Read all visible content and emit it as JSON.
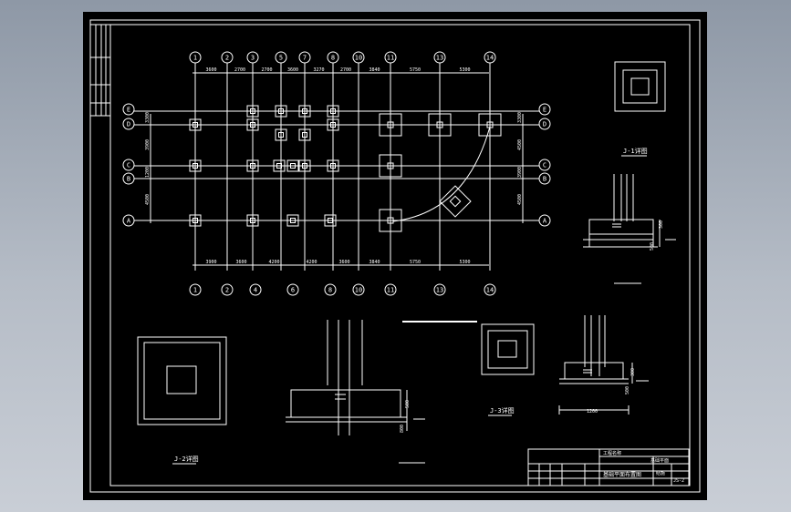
{
  "grid": {
    "top_labels": [
      "1",
      "2",
      "3",
      "5",
      "7",
      "8",
      "10",
      "11",
      "13",
      "14"
    ],
    "bottom_labels": [
      "1",
      "2",
      "4",
      "6",
      "8",
      "10",
      "11",
      "13",
      "14"
    ],
    "row_labels": [
      "E",
      "D",
      "C",
      "B",
      "A"
    ],
    "top_dims": [
      "3600",
      "2700",
      "2700",
      "3600",
      "3270",
      "2700",
      "3840",
      "5750",
      "5300"
    ],
    "bottom_dims": [
      "3900",
      "3600",
      "4200",
      "4200",
      "3600",
      "3840",
      "5750",
      "5300"
    ],
    "left_dims": [
      "3300",
      "3900",
      "1200",
      "4500"
    ],
    "right_dims": [
      "3300",
      "4500",
      "3900",
      "4500"
    ]
  },
  "details": {
    "label_j1": "J-1详图",
    "label_j2": "J-2详图",
    "label_j3": "J-3详图",
    "dim_j1": [
      "300",
      "500"
    ],
    "dim_j2": [
      "500",
      "800"
    ],
    "dim_j3": [
      "1200",
      "300",
      "500"
    ]
  },
  "title_block": {
    "col_a": "工程名称",
    "col_b": "基础平面",
    "drawing_name": "基础平面布置图",
    "code_1": "结施",
    "code_2": "JS-2"
  },
  "colors": {
    "sheet": "#000000",
    "line": "#ffffff"
  }
}
